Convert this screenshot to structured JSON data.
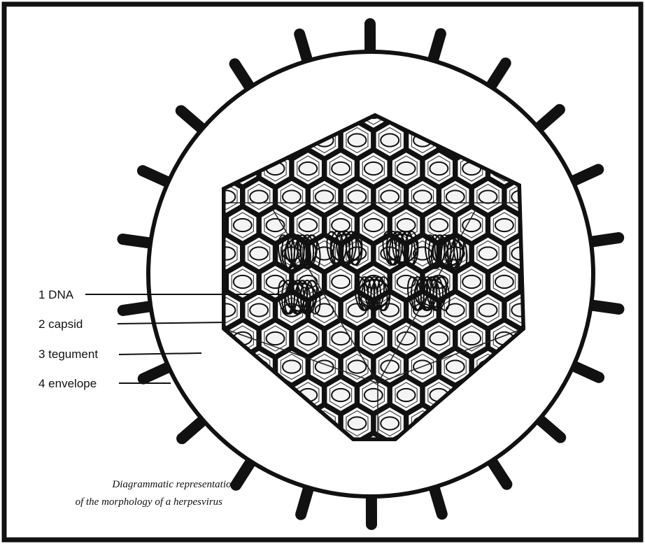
{
  "labels": {
    "dna": "1 DNA",
    "capsid": "2 capsid",
    "tegument": "3 tegument",
    "envelope": "4 envelope"
  },
  "caption": {
    "line1": "Diagrammatic representation",
    "line2": "of the morphology of a herpesvirus"
  }
}
